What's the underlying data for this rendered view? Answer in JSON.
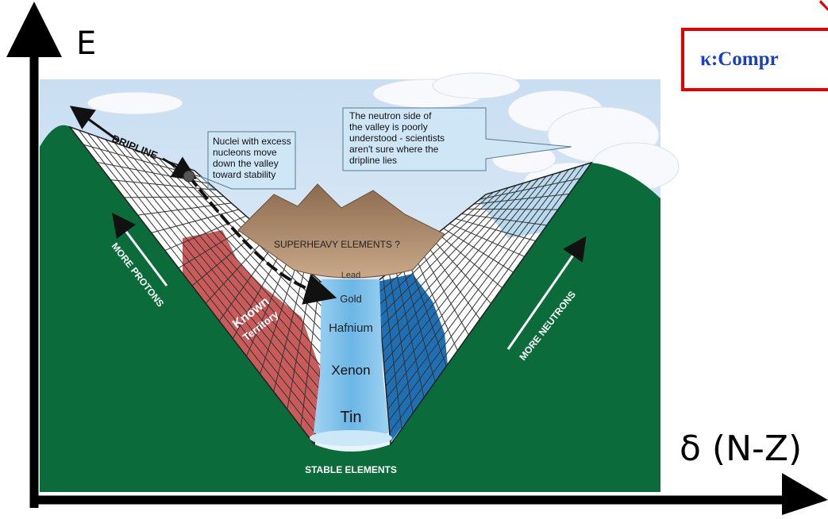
{
  "axes": {
    "y_label": "E",
    "x_label": "δ (N-Z)"
  },
  "corner_box": {
    "text": "κ:Compr"
  },
  "diagram": {
    "dripline_label": "DRIPLINE",
    "callout_excess": [
      "Nuclei with excess",
      "nucleons move",
      "down the valley",
      "toward stability"
    ],
    "callout_neutron": [
      "The neutron side of",
      "the valley is poorly",
      "understood - scientists",
      "aren't sure where the",
      "dripline lies"
    ],
    "superheavy_label": "SUPERHEAVY ELEMENTS ?",
    "elements": [
      "Lead",
      "Gold",
      "Hafnium",
      "Xenon",
      "Tin"
    ],
    "known_territory": [
      "Known",
      "Territory"
    ],
    "more_protons": "MORE PROTONS",
    "more_neutrons": "MORE NEUTRONS",
    "stable_elements": "STABLE ELEMENTS"
  },
  "colors": {
    "sky": "#dbe9f7",
    "valley_green": "#0b6b3a",
    "known_red": "#c95b5b",
    "water_blue": "#6fb8e6",
    "deep_blue": "#1f6fb5",
    "mountain": "#b08a68",
    "callout_fill": "#cfe6f6"
  }
}
